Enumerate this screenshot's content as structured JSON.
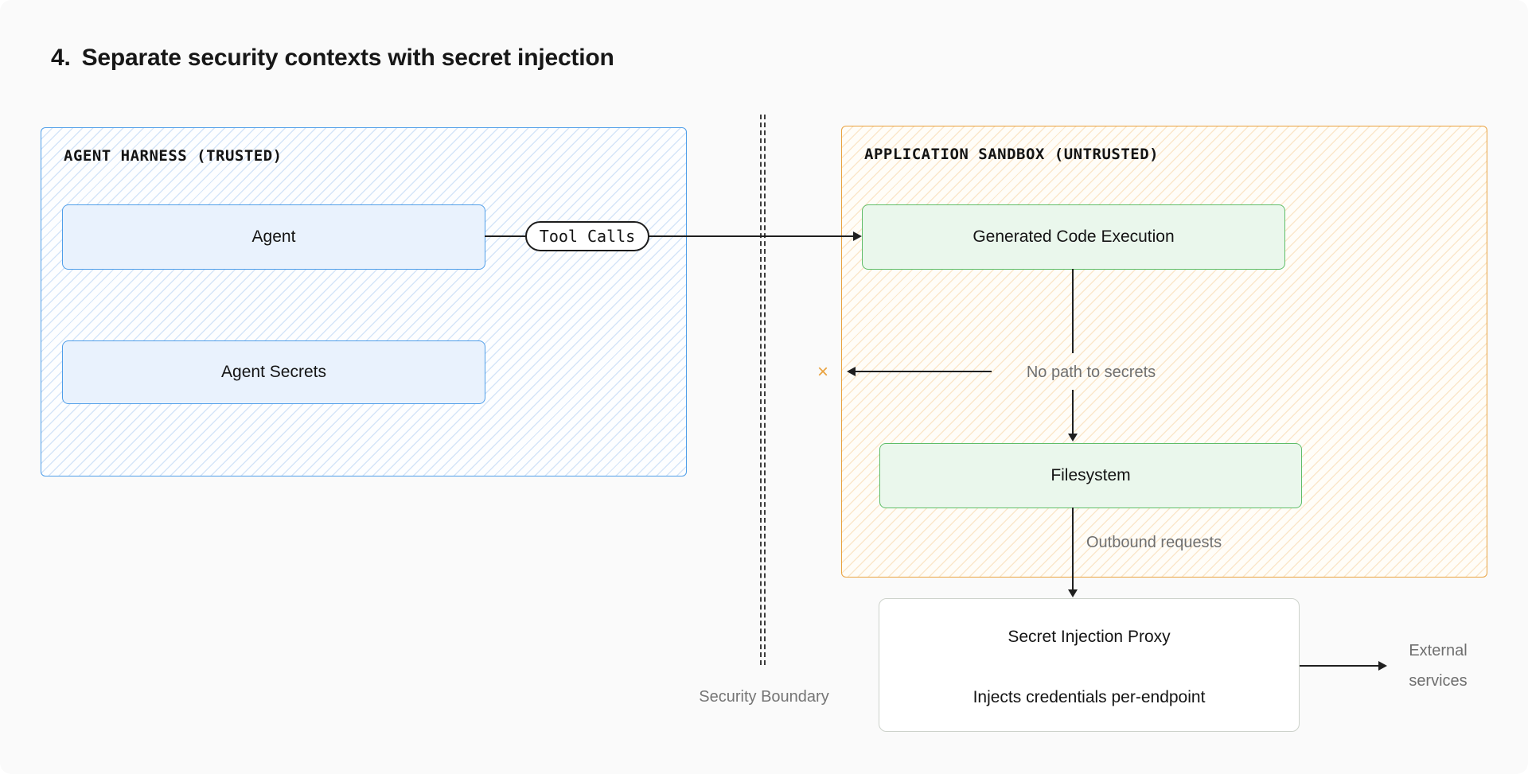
{
  "heading": {
    "number": "4.",
    "text": "Separate security contexts with secret injection"
  },
  "trusted_zone": {
    "label": "AGENT HARNESS (TRUSTED)",
    "accent_color": "#4f9ee9",
    "nodes": [
      {
        "label": "Agent"
      },
      {
        "label": "Agent Secrets"
      }
    ]
  },
  "untrusted_zone": {
    "label": "APPLICATION SANDBOX (UNTRUSTED)",
    "accent_color": "#e9a23f",
    "node_accent_color": "#5fbd68",
    "nodes": [
      {
        "label": "Generated Code Execution"
      },
      {
        "label": "Filesystem"
      }
    ]
  },
  "edges": {
    "tool_calls_label": "Tool Calls",
    "no_path_label": "No path to secrets",
    "outbound_label": "Outbound requests",
    "blocked_mark": "×",
    "blocked_color": "#e9a23f"
  },
  "boundary": {
    "label": "Security Boundary"
  },
  "proxy": {
    "title": "Secret Injection Proxy",
    "subtitle": "Injects credentials per-endpoint"
  },
  "external": {
    "line1": "External",
    "line2": "services"
  }
}
